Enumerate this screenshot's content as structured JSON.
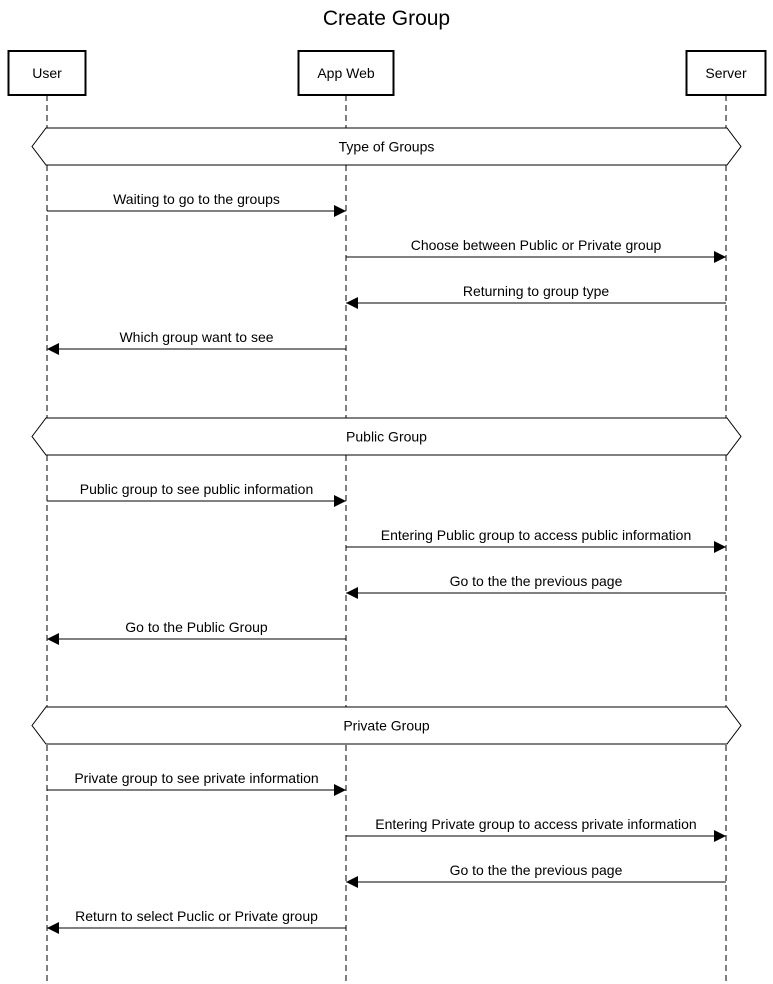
{
  "title": "Create Group",
  "participants": [
    {
      "id": "user",
      "label": "User"
    },
    {
      "id": "app",
      "label": "App Web"
    },
    {
      "id": "server",
      "label": "Server"
    }
  ],
  "sections": [
    {
      "label": "Type of Groups",
      "messages": [
        {
          "from": "user",
          "to": "app",
          "label": "Waiting to go to the groups"
        },
        {
          "from": "app",
          "to": "server",
          "label": "Choose between Public or Private group"
        },
        {
          "from": "server",
          "to": "app",
          "label": "Returning to group type"
        },
        {
          "from": "app",
          "to": "user",
          "label": "Which group want to see"
        }
      ]
    },
    {
      "label": "Public Group",
      "messages": [
        {
          "from": "user",
          "to": "app",
          "label": "Public group to see public information"
        },
        {
          "from": "app",
          "to": "server",
          "label": "Entering Public group to access public information"
        },
        {
          "from": "server",
          "to": "app",
          "label": "Go to the the previous page"
        },
        {
          "from": "app",
          "to": "user",
          "label": "Go to the Public Group"
        }
      ]
    },
    {
      "label": "Private Group",
      "messages": [
        {
          "from": "user",
          "to": "app",
          "label": "Private group to see private information"
        },
        {
          "from": "app",
          "to": "server",
          "label": "Entering Private group to access private information"
        },
        {
          "from": "server",
          "to": "app",
          "label": "Go to the the previous page"
        },
        {
          "from": "app",
          "to": "user",
          "label": "Return to select Puclic or Private group"
        }
      ]
    }
  ]
}
